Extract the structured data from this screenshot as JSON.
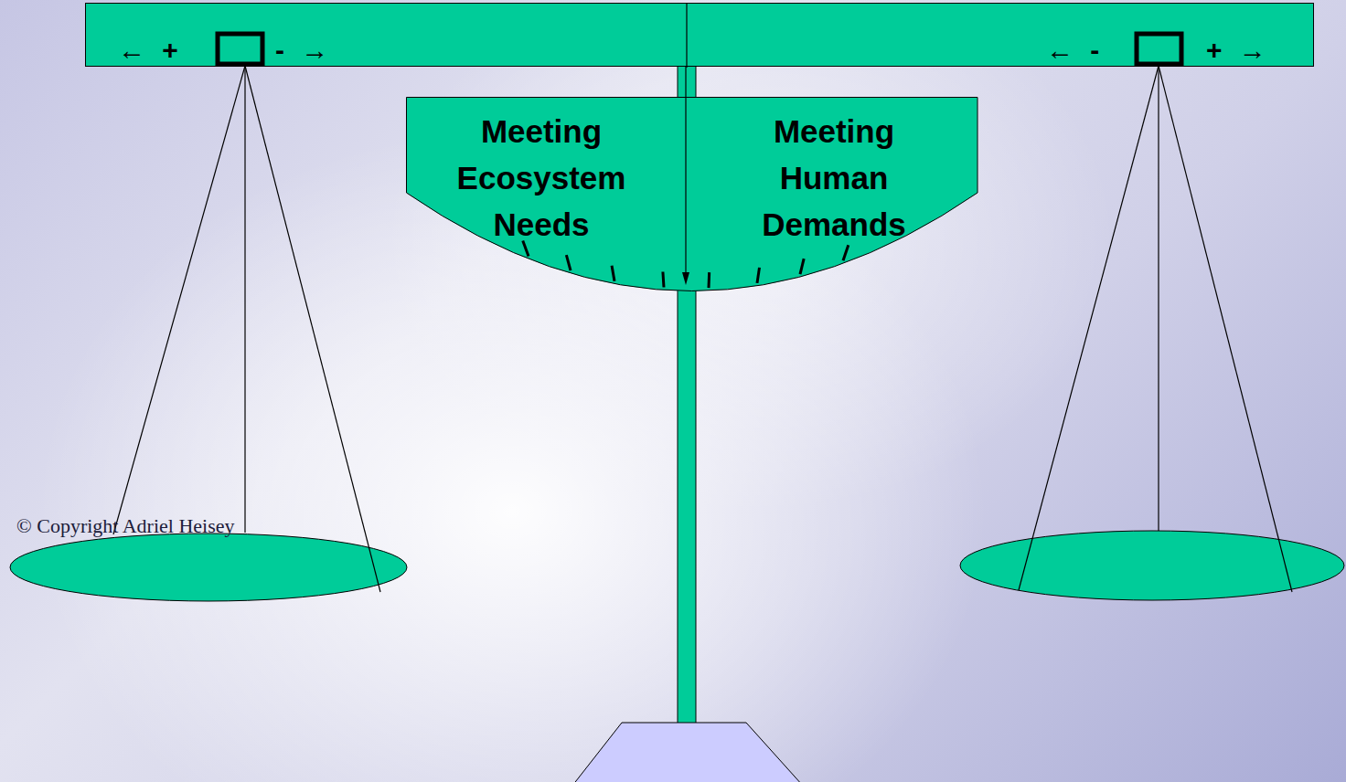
{
  "diagram": {
    "nodes": [
      {
        "text": [
          "← +",
          "- →",
          "← -",
          "+ →"
        ]
      },
      {
        "text": [
          "Meeting Ecosystem Needs",
          "Meeting Human Demands"
        ]
      }
    ],
    "labels": [
      "© Copyright Adriel Heisey"
    ]
  }
}
